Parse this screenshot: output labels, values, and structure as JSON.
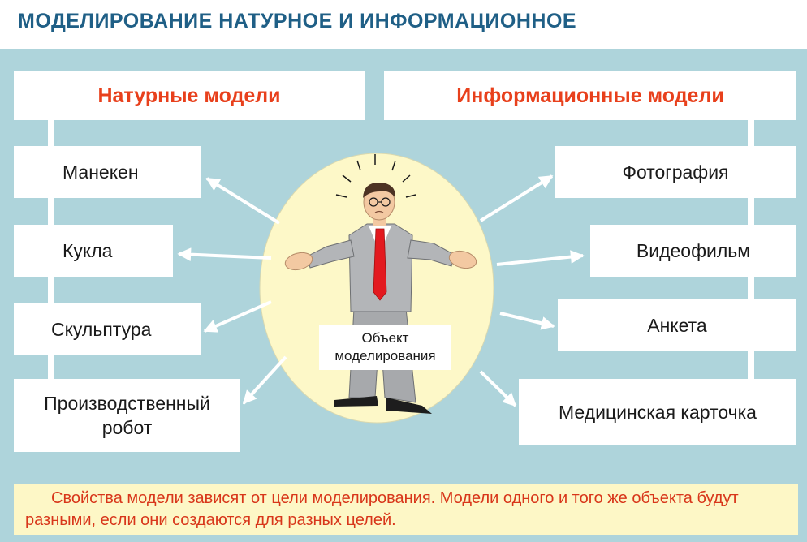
{
  "title": "МОДЕЛИРОВАНИЕ  НАТУРНОЕ  И  ИНФОРМАЦИОННОЕ",
  "natural": {
    "heading": "Натурные  модели",
    "items": [
      "Манекен",
      "Кукла",
      "Скульптура",
      "Производственный робот"
    ]
  },
  "info": {
    "heading": "Информационные  модели",
    "items": [
      "Фотография",
      "Видеофильм",
      "Анкета",
      "Медицинская карточка"
    ]
  },
  "object_label": "Объект моделирования",
  "note": "Свойства модели зависят от цели моделирования. Модели одного и того же объекта будут разными, если они создаются для разных целей.",
  "colors": {
    "title": "#1f5f86",
    "heading": "#e8401c",
    "board": "#aed4db",
    "ellipse": "#fdf8c8",
    "note_bg": "#fdf7c6",
    "note_text": "#d8361a"
  },
  "icons": [
    "arrow-icon",
    "businessman-icon"
  ]
}
